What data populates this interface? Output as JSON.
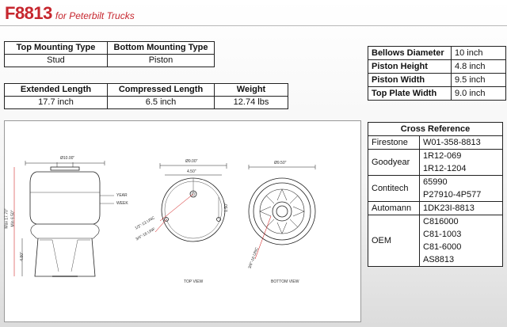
{
  "header": {
    "code": "F8813",
    "subtitle": "for Peterbilt Trucks"
  },
  "mounting": {
    "top_label": "Top Mounting Type",
    "bottom_label": "Bottom Mounting Type",
    "top_value": "Stud",
    "bottom_value": "Piston"
  },
  "lengths": {
    "extended_label": "Extended Length",
    "compressed_label": "Compressed Length",
    "weight_label": "Weight",
    "extended_value": "17.7 inch",
    "compressed_value": "6.5 inch",
    "weight_value": "12.74 lbs"
  },
  "specs": [
    {
      "label": "Bellows Diameter",
      "value": "10 inch"
    },
    {
      "label": "Piston Height",
      "value": "4.8 inch"
    },
    {
      "label": "Piston Width",
      "value": "9.5 inch"
    },
    {
      "label": "Top Plate Width",
      "value": "9.0 inch"
    }
  ],
  "cross_reference": {
    "title": "Cross Reference",
    "rows": [
      {
        "brand": "Firestone",
        "parts": [
          "W01-358-8813"
        ]
      },
      {
        "brand": "Goodyear",
        "parts": [
          "1R12-069",
          "1R12-1204"
        ]
      },
      {
        "brand": "Contitech",
        "parts": [
          "65990",
          "P27910-4P577"
        ]
      },
      {
        "brand": "Automann",
        "parts": [
          "1DK23I-8813"
        ]
      },
      {
        "brand": "OEM",
        "parts": [
          "C816000",
          "C81-1003",
          "C81-6000",
          "AS8813"
        ]
      }
    ]
  },
  "drawing": {
    "top_view_label": "TOP VIEW",
    "bottom_view_label": "BOTTOM VIEW",
    "year_label": "YEAR",
    "week_label": "WEEK",
    "dim_diameter": "Ø10.00\"",
    "dim_top": "Ø9.00\"",
    "dim_bottom": "Ø9.50\"",
    "dim_height_max": "Max 17.70\"",
    "dim_height_min": "Min 6.50\"",
    "dim_piston_h": "4.80\"",
    "dim_half": "4.50\"",
    "dim_offset": "1.50\"",
    "dim_stud": "1/2\"-13 UNC",
    "dim_stud2": "3/4\"-16 UNF",
    "dim_bolt": "3/8\"-16 UNC"
  }
}
